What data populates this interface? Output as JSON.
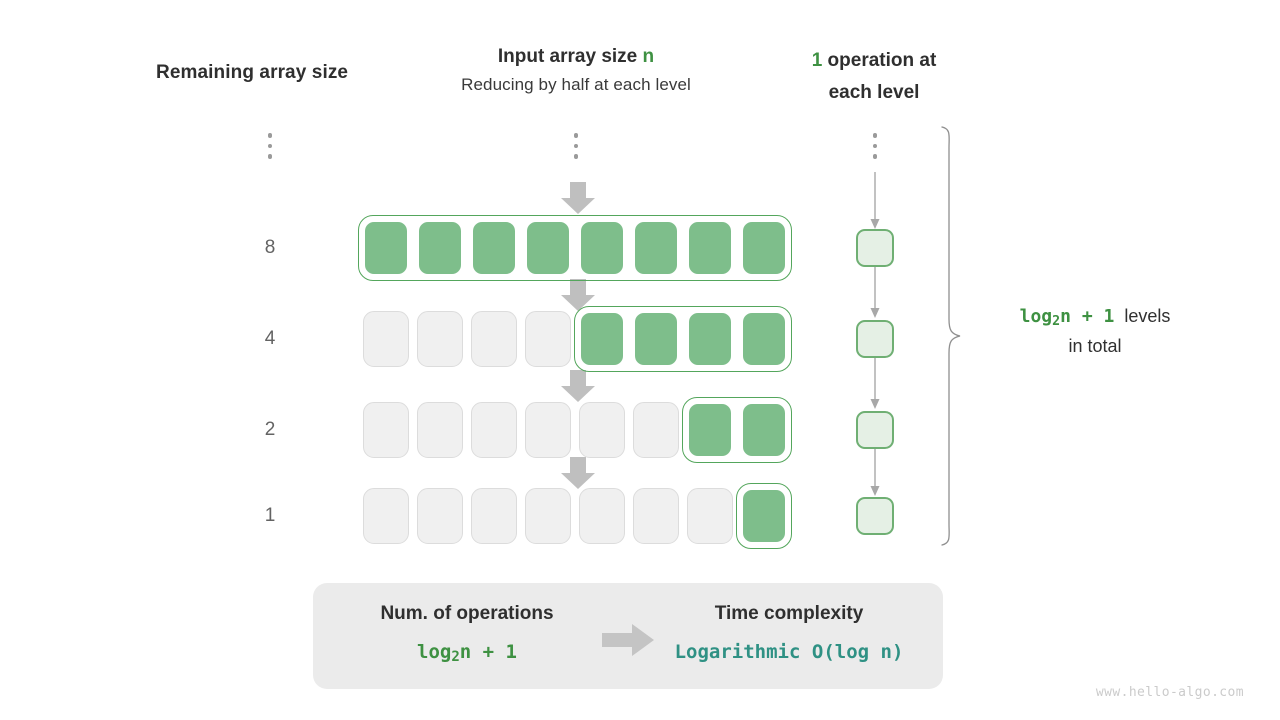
{
  "headers": {
    "left": "Remaining array size",
    "middle_line1_prefix": "Input array size ",
    "middle_line1_accent": "n",
    "middle_line2": "Reducing by half at each level",
    "right_accent": "1",
    "right_line1_rest": " operation at",
    "right_line2": "each level"
  },
  "rows": [
    {
      "label": "8",
      "total_cells": 8,
      "filled_from": 0,
      "filled_count": 8
    },
    {
      "label": "4",
      "total_cells": 8,
      "filled_from": 4,
      "filled_count": 4
    },
    {
      "label": "2",
      "total_cells": 8,
      "filled_from": 6,
      "filled_count": 2
    },
    {
      "label": "1",
      "total_cells": 8,
      "filled_from": 7,
      "filled_count": 1
    }
  ],
  "operations": {
    "box_count": 4,
    "per_level": "1"
  },
  "brace_label": {
    "formula": "log2n + 1",
    "formula_base": "log",
    "formula_sub": "2",
    "formula_tail": "n + 1",
    "text_line1": "levels",
    "text_line2": "in total"
  },
  "summary": {
    "left_title": "Num. of operations",
    "left_value_base": "log",
    "left_value_sub": "2",
    "left_value_tail": "n + 1",
    "right_title": "Time complexity",
    "right_value": "Logarithmic  O(log n)"
  },
  "watermark": "www.hello-algo.com",
  "colors": {
    "accent_green": "#3e9142",
    "cell_green": "#7ebe8b",
    "outline_green": "#54a65c",
    "op_fill": "#e5f0e5",
    "op_border": "#6faf73",
    "teal": "#2f9184",
    "empty_cell": "#f0f0f0",
    "arrow_gray": "#bfbfbf",
    "panel_gray": "#ebebeb"
  }
}
